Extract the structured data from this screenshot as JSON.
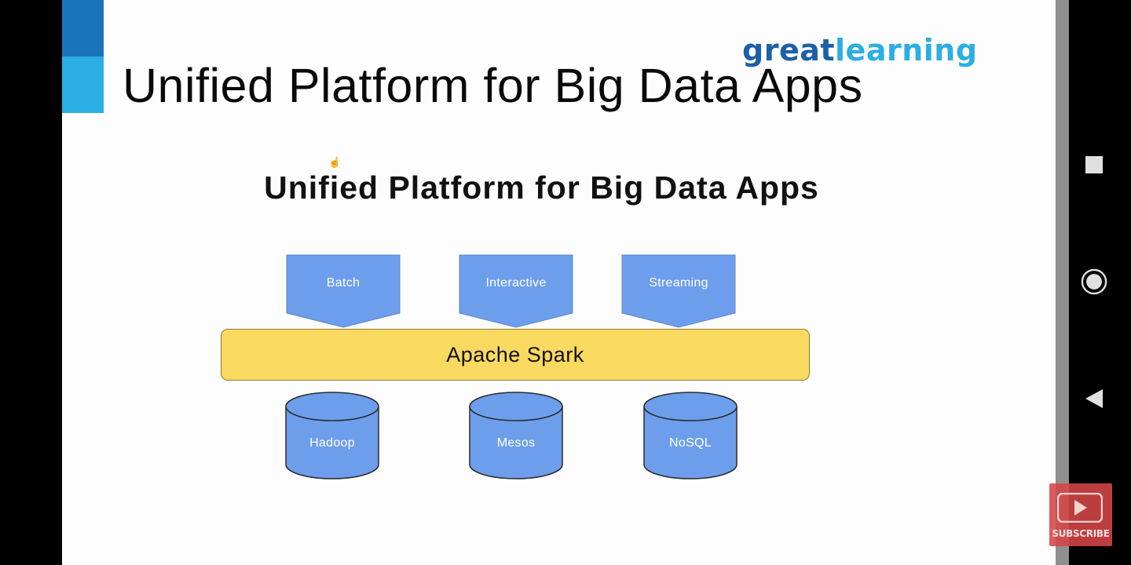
{
  "slide": {
    "title": "Unified Platform for Big Data Apps",
    "brand_part1": "great",
    "brand_part2": "learning"
  },
  "diagram": {
    "title": "Unified Platform for Big Data Apps",
    "workloads": [
      {
        "label": "Batch"
      },
      {
        "label": "Interactive"
      },
      {
        "label": "Streaming"
      }
    ],
    "engine": {
      "label": "Apache Spark"
    },
    "storage": [
      {
        "label": "Hadoop"
      },
      {
        "label": "Mesos"
      },
      {
        "label": "NoSQL"
      }
    ]
  },
  "overlay": {
    "subscribe_label": "SUBSCRIBE"
  },
  "navigation": {
    "buttons": [
      "recents-square-icon",
      "home-circle-icon",
      "back-triangle-icon"
    ]
  },
  "colors": {
    "accent_dark": "#1a74bc",
    "accent_light": "#2aaee3",
    "shape_fill": "#6d9eeb",
    "engine_fill": "#fad960",
    "subscribe": "#d64646"
  }
}
